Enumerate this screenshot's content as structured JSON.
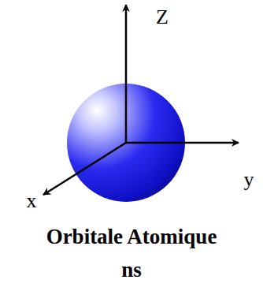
{
  "diagram": {
    "caption": "Orbitale Atomique ns",
    "labels": [
      "Z",
      "y",
      "x"
    ]
  }
}
